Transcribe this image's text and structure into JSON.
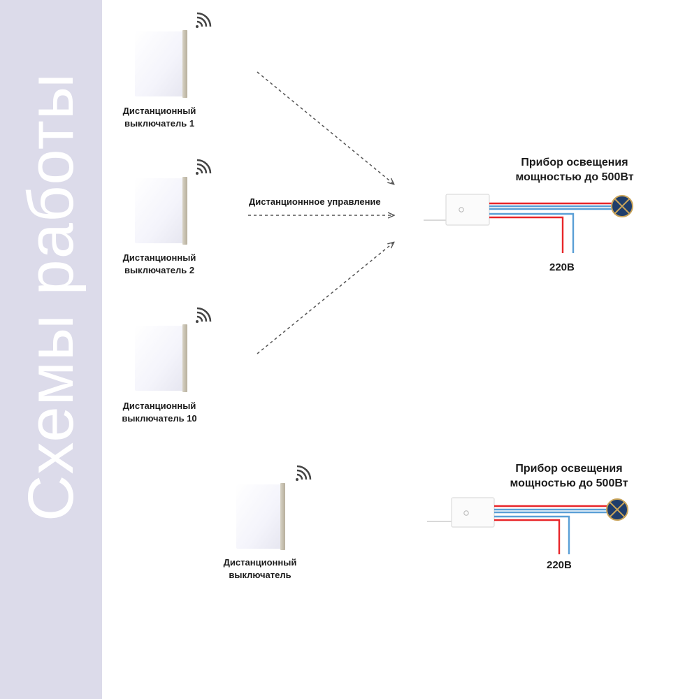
{
  "sidebar": {
    "title": "Схемы работы"
  },
  "switches": [
    {
      "line1": "Дистанционный",
      "line2": "выключатель 1"
    },
    {
      "line1": "Дистанционный",
      "line2": "выключатель 2"
    },
    {
      "line1": "Дистанционный",
      "line2": "выключатель 10"
    },
    {
      "line1": "Дистанционный",
      "line2": "выключатель"
    }
  ],
  "arrow_label": "Дистанционнное управление",
  "lamps": [
    {
      "line1": "Прибор освещения",
      "line2": "мощностью до 500Вт",
      "voltage": "220В"
    },
    {
      "line1": "Прибор освещения",
      "line2": "мощностью до 500Вт",
      "voltage": "220В"
    }
  ],
  "colors": {
    "sidebar_bg": "#dcdbea",
    "wire_red": "#e8262a",
    "wire_blue": "#5a9fd6",
    "lamp_fill": "#1f3d6b",
    "lamp_ring": "#c9a45a",
    "arrow": "#555555"
  }
}
